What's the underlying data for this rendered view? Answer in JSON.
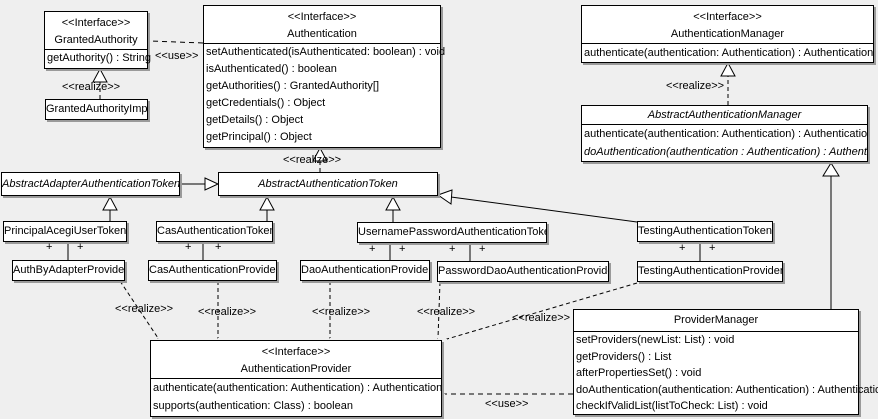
{
  "colors": {
    "background": "#efefef",
    "box_fill": "#ffffff",
    "box_border": "#000000",
    "box_shadow": "#999999",
    "line": "#000000"
  },
  "edge_labels": {
    "use": "<<use>>",
    "realize": "<<realize>>",
    "plus": "+"
  },
  "classes": {
    "granted_authority": {
      "stereotype": "<<Interface>>",
      "name": "GrantedAuthority",
      "methods": [
        "getAuthority() : String"
      ]
    },
    "granted_authority_impl": {
      "name": "GrantedAuthorityImpl"
    },
    "authentication": {
      "stereotype": "<<Interface>>",
      "name": "Authentication",
      "methods": [
        "setAuthenticated(isAuthenticated: boolean) : void",
        "isAuthenticated() : boolean",
        "getAuthorities() : GrantedAuthority[]",
        "getCredentials() : Object",
        "getDetails() : Object",
        "getPrincipal() : Object"
      ]
    },
    "authentication_manager": {
      "stereotype": "<<Interface>>",
      "name": "AuthenticationManager",
      "methods": [
        "authenticate(authentication: Authentication) : Authentication"
      ]
    },
    "abstract_authentication_manager": {
      "name": "AbstractAuthenticationManager",
      "methods": [
        "authenticate(authentication: Authentication) : Authentication",
        "doAuthentication(authentication : Authentication) : Authentication"
      ]
    },
    "abstract_adapter_authentication_token": {
      "name": "AbstractAdapterAuthenticationToken"
    },
    "abstract_authentication_token": {
      "name": "AbstractAuthenticationToken"
    },
    "principal_acegi_user_token": {
      "name": "PrincipalAcegiUserToken"
    },
    "cas_authentication_token": {
      "name": "CasAuthenticationToken"
    },
    "username_password_authentication_token": {
      "name": "UsernamePasswordAuthenticationToken"
    },
    "testing_authentication_token": {
      "name": "TestingAuthenticationToken"
    },
    "auth_by_adapter_provider": {
      "name": "AuthByAdapterProvider"
    },
    "cas_authentication_provider": {
      "name": "CasAuthenticationProvider"
    },
    "dao_authentication_provider": {
      "name": "DaoAuthenticationProvider"
    },
    "password_dao_authentication_provider": {
      "name": "PasswordDaoAuthenticationProvider"
    },
    "testing_authentication_provider": {
      "name": "TestingAuthenticationProvider"
    },
    "authentication_provider": {
      "stereotype": "<<Interface>>",
      "name": "AuthenticationProvider",
      "methods": [
        "authenticate(authentication: Authentication) : Authentication",
        "supports(authentication: Class) : boolean"
      ]
    },
    "provider_manager": {
      "name": "ProviderManager",
      "methods": [
        "setProviders(newList: List) : void",
        "getProviders() : List",
        "afterPropertiesSet() : void",
        "doAuthentication(authentication: Authentication) : Authentication",
        "checkIfValidList(listToCheck: List) : void"
      ]
    }
  }
}
